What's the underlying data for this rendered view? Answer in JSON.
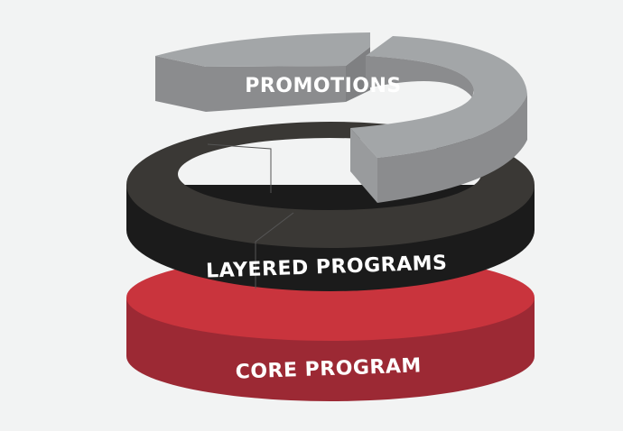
{
  "layers": [
    {
      "label": "PROMOTIONS",
      "top_color": "#a3a6a8",
      "side_color": "#8b8c8e"
    },
    {
      "label": "LAYERED PROGRAMS",
      "top_color": "#3a3835",
      "side_color": "#1b1b1b"
    },
    {
      "label": "CORE PROGRAM",
      "top_color": "#c9343d",
      "side_color": "#9c2934"
    }
  ],
  "background": "#f2f3f3"
}
